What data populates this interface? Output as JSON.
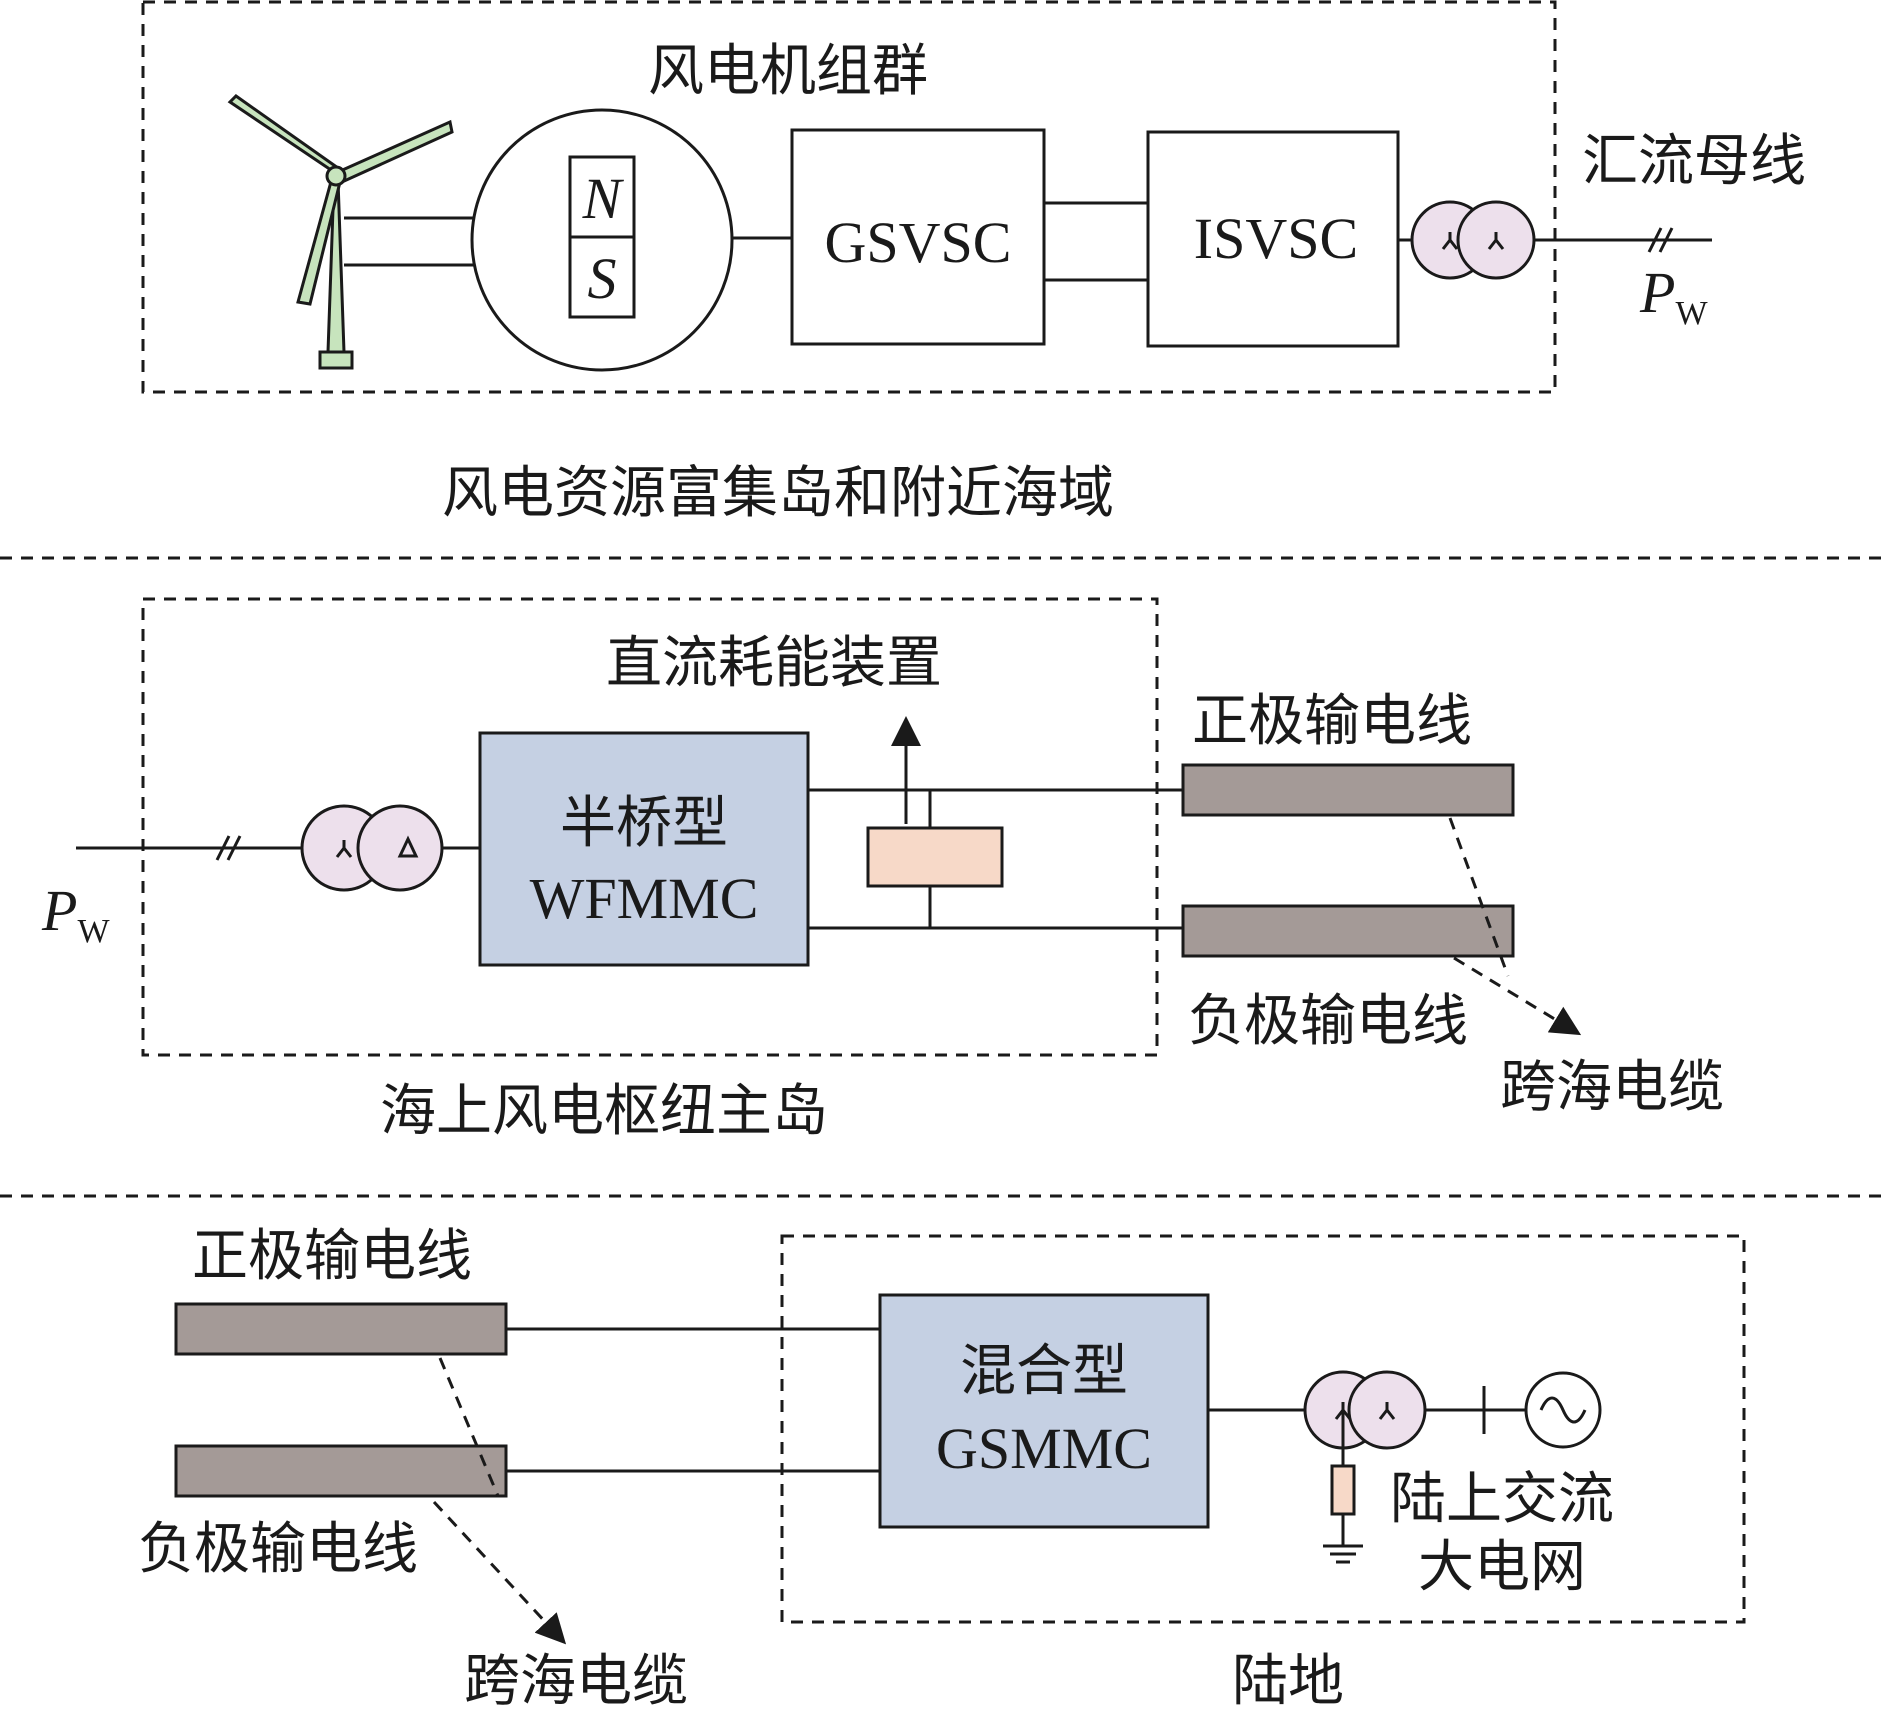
{
  "colors": {
    "converter_fill": "#c5d0e3",
    "cable_fill": "#a49a97",
    "resistor_fill": "#f7d9c8",
    "transformer_fill": "#ede0ec",
    "turbine_fill": "#c7e4bd"
  },
  "icons": [
    "wind-turbine-icon",
    "generator-icon",
    "transformer-icon",
    "ac-source-icon",
    "ground-icon"
  ],
  "section1": {
    "group_label": "风电机组群",
    "magnet_n": "N",
    "magnet_s": "S",
    "gsvsc_label": "GSVSC",
    "isvsc_label": "ISVSC",
    "bus_label": "汇流母线",
    "power_symbol": "P",
    "power_subscript": "W",
    "region_label": "风电资源富集岛和附近海域"
  },
  "section2": {
    "chopper_label": "直流耗能装置",
    "positive_line": "正极输电线",
    "negative_line": "负极输电线",
    "converter_line1": "半桥型",
    "converter_line2": "WFMMC",
    "power_symbol": "P",
    "power_subscript": "W",
    "cable_label": "跨海电缆",
    "region_label": "海上风电枢纽主岛"
  },
  "section3": {
    "positive_line": "正极输电线",
    "negative_line": "负极输电线",
    "converter_line1": "混合型",
    "converter_line2": "GSMMC",
    "grid_line1": "陆上交流",
    "grid_line2": "大电网",
    "cable_label": "跨海电缆",
    "region_label": "陆地"
  }
}
